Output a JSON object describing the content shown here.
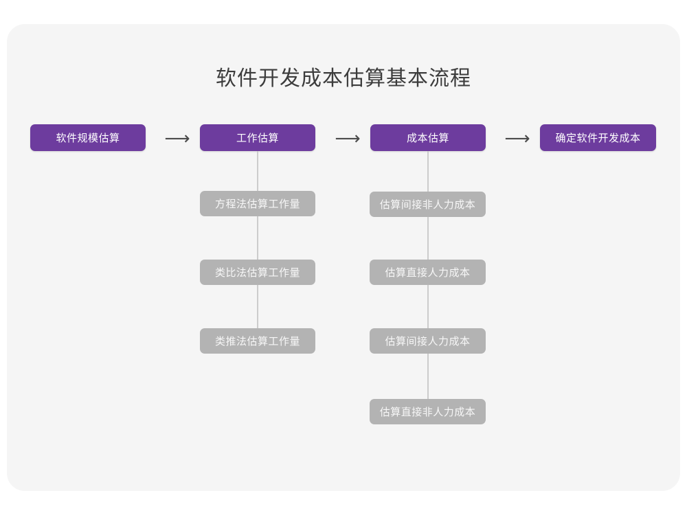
{
  "page": {
    "title": "软件开发成本估算基本流程",
    "background_color": "#ffffff",
    "card_color": "#f5f5f5",
    "primary_color": "#6d3c9e",
    "sub_color": "#b3b3b3",
    "connector_color": "#cccccc",
    "title_color": "#3c3c3c"
  },
  "flow": {
    "arrow_glyph": "⟶",
    "steps": [
      {
        "label": "软件规模估算",
        "substeps": []
      },
      {
        "label": "工作估算",
        "substeps": [
          {
            "label": "方程法估算工作量"
          },
          {
            "label": "类比法估算工作量"
          },
          {
            "label": "类推法估算工作量"
          }
        ]
      },
      {
        "label": "成本估算",
        "substeps": [
          {
            "label": "估算间接非人力成本"
          },
          {
            "label": "估算直接人力成本"
          },
          {
            "label": "估算间接人力成本"
          },
          {
            "label": "估算直接非人力成本"
          }
        ]
      },
      {
        "label": "确定软件开发成本",
        "substeps": []
      }
    ]
  }
}
